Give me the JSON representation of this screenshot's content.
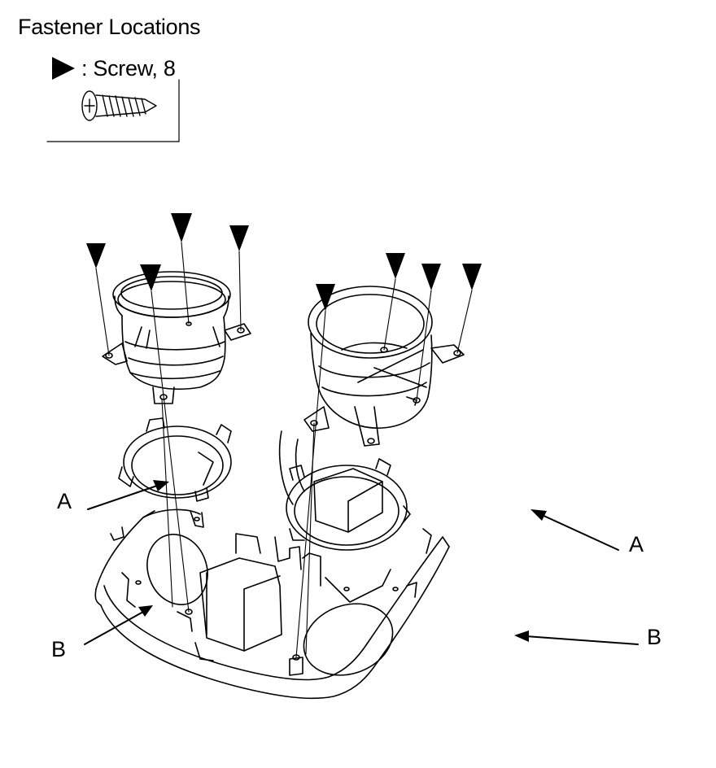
{
  "title": "Fastener Locations",
  "legend": {
    "icon": "triangle-right-icon",
    "text": ": Screw, 8"
  },
  "callouts": {
    "a_left": "A",
    "a_right": "A",
    "b_left": "B",
    "b_right": "B"
  },
  "colors": {
    "ink": "#000000",
    "background": "#ffffff"
  }
}
